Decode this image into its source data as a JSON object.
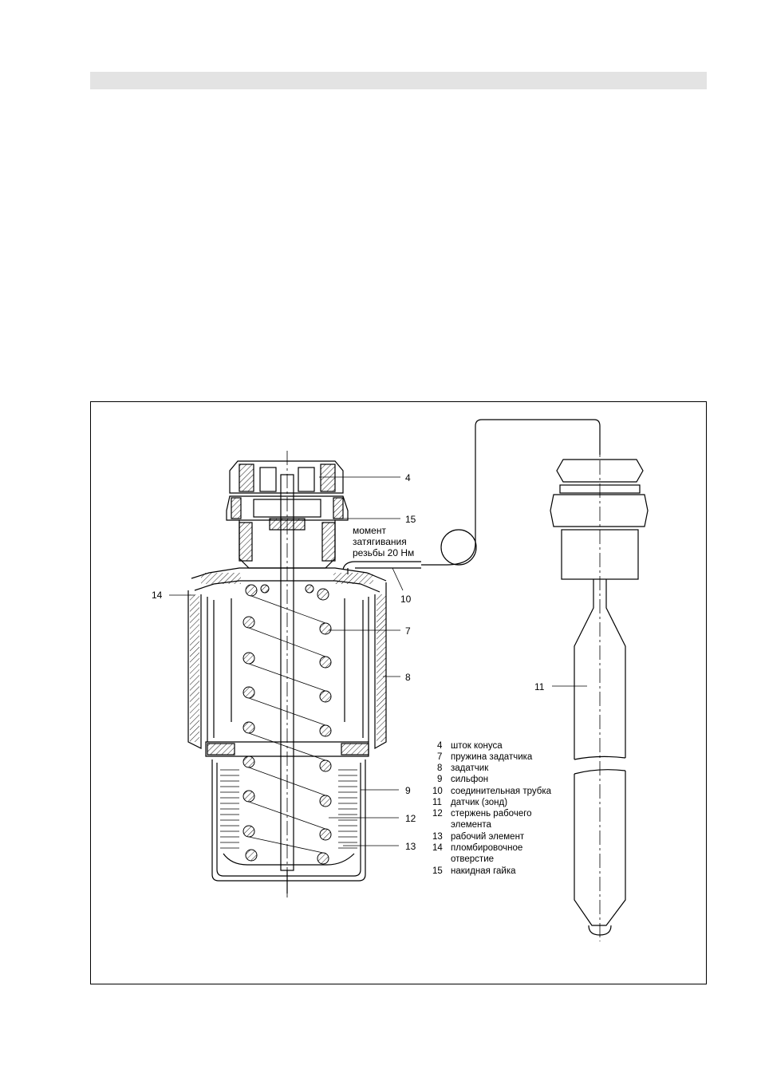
{
  "callouts": {
    "c4": "4",
    "c15": "15",
    "c14": "14",
    "c7": "7",
    "c8": "8",
    "c10": "10",
    "c11": "11",
    "c9": "9",
    "c12": "12",
    "c13": "13"
  },
  "torque_note": {
    "line1": "момент",
    "line2": "затягивания",
    "line3": "резьбы  20 Нм"
  },
  "legend": [
    {
      "num": "4",
      "text": "шток конуса"
    },
    {
      "num": "7",
      "text": "пружина задатчика"
    },
    {
      "num": "8",
      "text": "задатчик"
    },
    {
      "num": "9",
      "text": "сильфон"
    },
    {
      "num": "10",
      "text": "соединительная трубка"
    },
    {
      "num": "11",
      "text": "датчик (зонд)"
    },
    {
      "num": "12",
      "text": "стержень рабочего"
    },
    {
      "num": "",
      "text": "элемента"
    },
    {
      "num": "13",
      "text": "рабочий элемент"
    },
    {
      "num": "14",
      "text": "пломбировочное"
    },
    {
      "num": "",
      "text": "отверстие"
    },
    {
      "num": "15",
      "text": "накидная гайка"
    }
  ]
}
